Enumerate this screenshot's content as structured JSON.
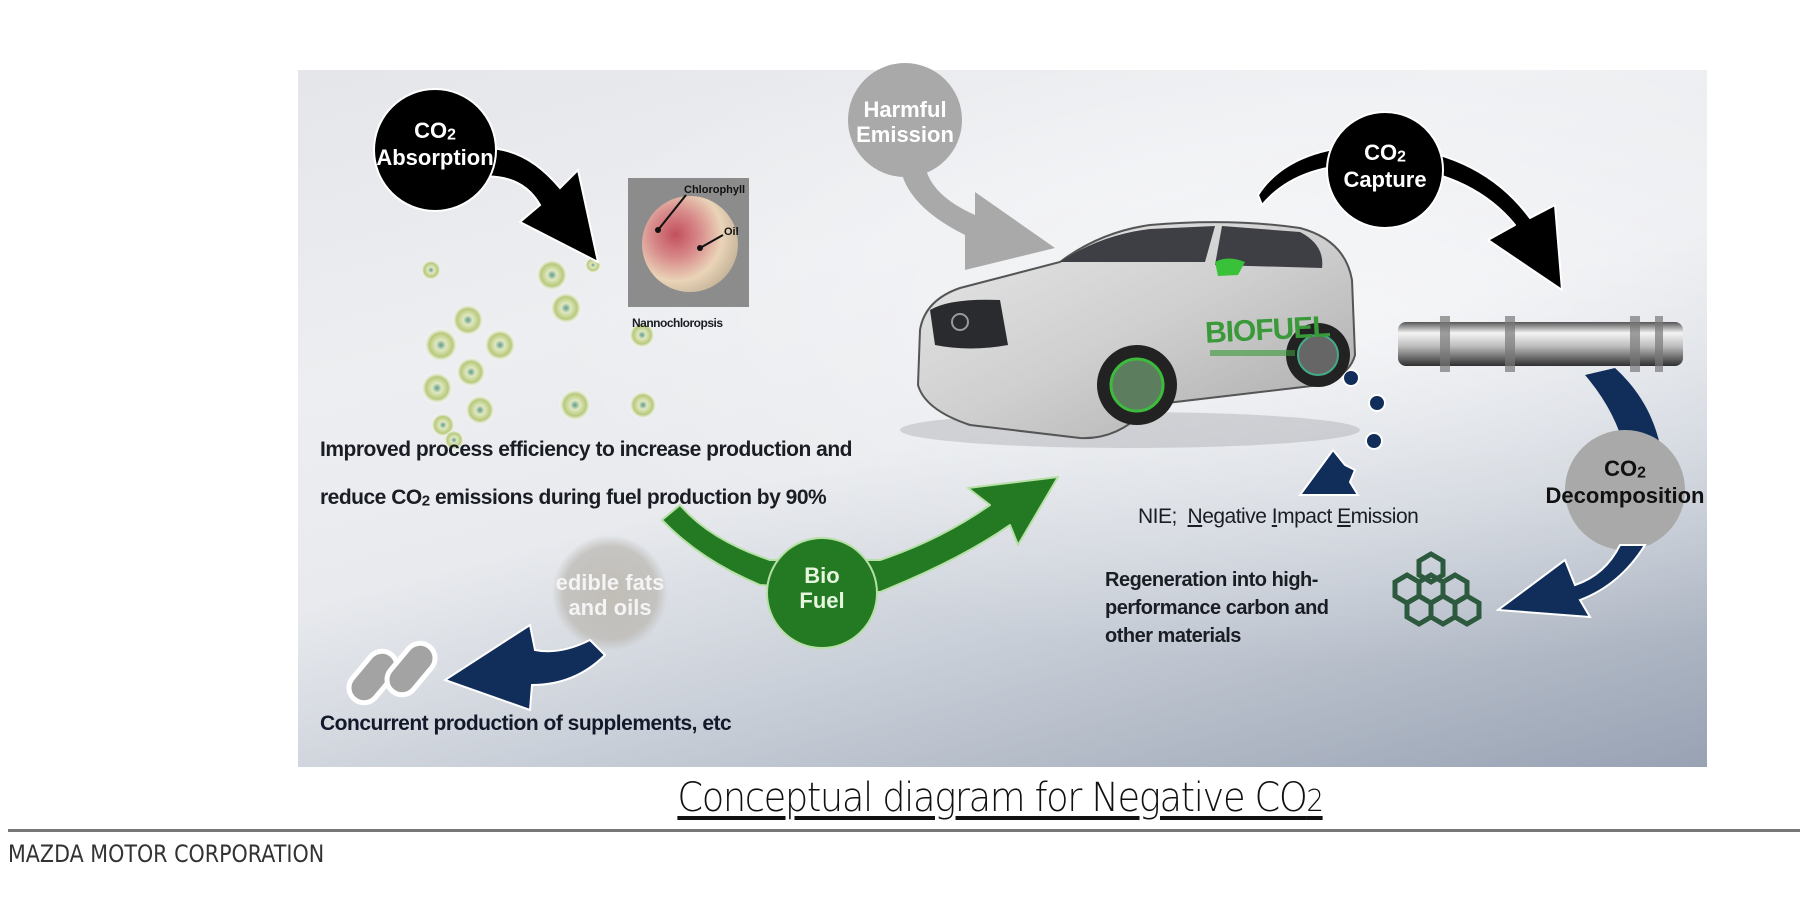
{
  "diagram": {
    "nodes": {
      "co2_absorption": {
        "line1": "CO",
        "sub": "2",
        "line2": "Absorption"
      },
      "harmful_emission": {
        "line1": "Harmful",
        "line2": "Emission"
      },
      "co2_capture": {
        "line1": "CO",
        "sub": "2",
        "line2": "Capture"
      },
      "co2_decomposition": {
        "line1": "CO",
        "sub": "2",
        "line2": "Decomposition"
      },
      "bio_fuel": {
        "line1": "Bio",
        "line2": "Fuel"
      },
      "edible_fats": {
        "line1": "edible fats",
        "line2": "and oils"
      }
    },
    "nannochloropsis": {
      "caption": "Nannochloropsis",
      "label_chlorophyll": "Chlorophyll",
      "label_oil": "Oil"
    },
    "car": {
      "livery_text": "BIOFUEL"
    },
    "texts": {
      "improved_line1": "Improved process efficiency to increase production and",
      "improved_line2_a": "reduce CO",
      "improved_line2_sub": "2",
      "improved_line2_b": " emissions during fuel production by 90%",
      "nie_prefix": "NIE;  ",
      "nie_n": "N",
      "nie_egative": "egative ",
      "nie_i": "I",
      "nie_mpact": "mpact ",
      "nie_e": "E",
      "nie_mission": "mission",
      "regen_line1": "Regeneration into high-",
      "regen_line2": "performance carbon and",
      "regen_line3": "other materials",
      "concurrent": "Concurrent production of supplements, etc"
    },
    "colors": {
      "black_node": "#000000",
      "gray_node": "#a9a9a9",
      "green_node": "#237a23",
      "navy_arrow": "#112d5a",
      "edible_circle": "#b9b6b0"
    }
  },
  "caption": {
    "title_main": "Conceptual diagram for Negative CO",
    "title_sub": "2"
  },
  "footer": {
    "company": "MAZDA MOTOR CORPORATION"
  }
}
